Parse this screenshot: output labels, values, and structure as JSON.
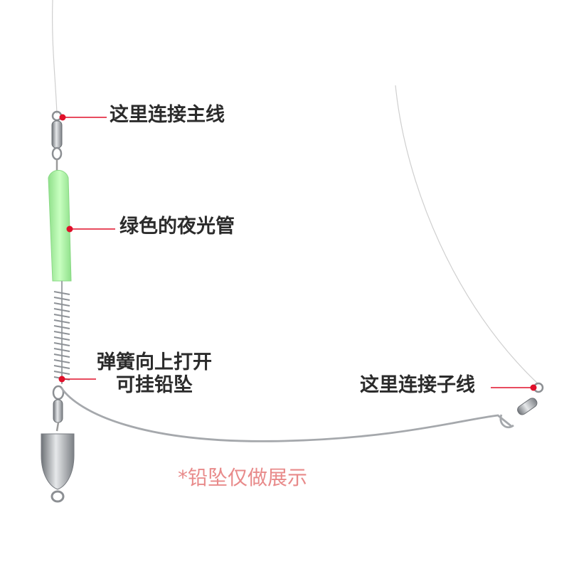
{
  "labels": {
    "main_line": "这里连接主线",
    "glow_tube": "绿色的夜光管",
    "spring_line1": "弹簧向上打开",
    "spring_line2": "可挂铅坠",
    "branch_line": "这里连接子线"
  },
  "note": "*铅坠仅做展示",
  "colors": {
    "marker": "#e0102a",
    "glow": "#a8f0a0",
    "text": "#2b2b2b",
    "note": "#e88a8a",
    "wire": "#9a9a9a",
    "fishing_line": "#c8c8c8"
  }
}
